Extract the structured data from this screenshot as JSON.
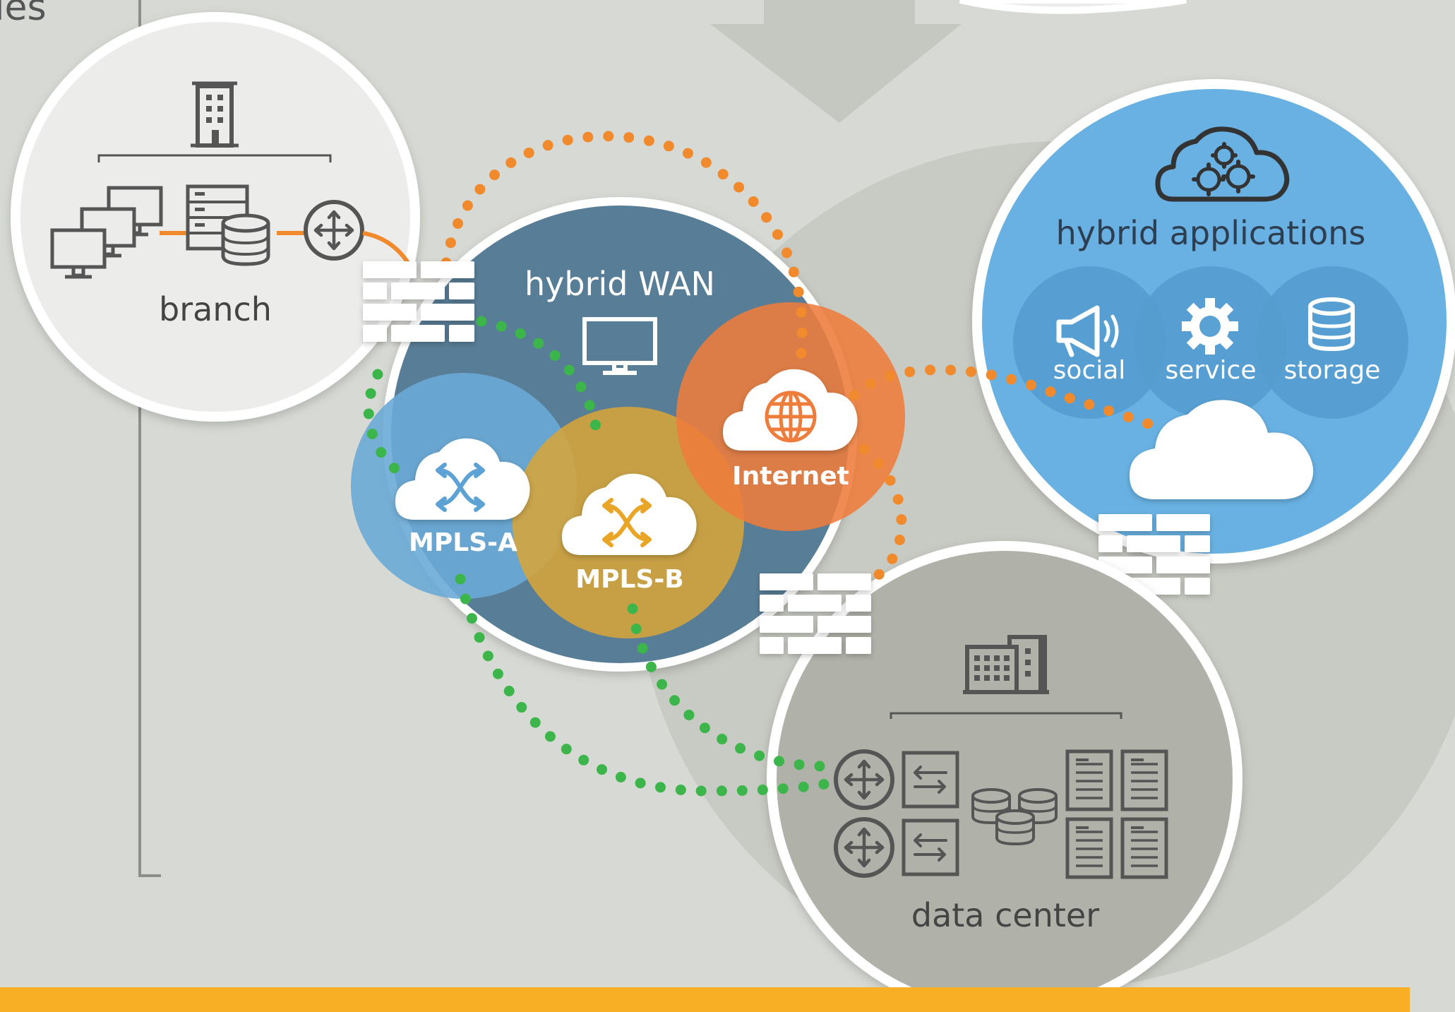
{
  "header": {
    "partial_text": "ies"
  },
  "labels": {
    "branch": "branch",
    "hybrid_wan": "hybrid WAN",
    "internet": "Internet",
    "mpls_a": "MPLS-A",
    "mpls_b": "MPLS-B",
    "hybrid_applications": "hybrid applications",
    "social": "social",
    "service": "service",
    "storage": "storage",
    "data_center": "data center"
  },
  "colors": {
    "background": "#d7dad4",
    "branch_circle": "#ececea",
    "wan_circle": "#587d96",
    "mpls_a": "#6aaad6",
    "mpls_b": "#d6a53a",
    "internet": "#ee7c3b",
    "hybrid_applications": "#68b1e2",
    "data_center": "#b0b2aa",
    "green_path": "#3cb54a",
    "orange_path": "#f08a2c",
    "bottom_bar": "#f8ae25",
    "icon_gray": "#555555"
  },
  "icons": {
    "branch_building": "office-building-icon",
    "branch_computers": "computers-icon",
    "branch_server": "server-icon",
    "branch_database": "database-icon",
    "branch_router": "router-icon",
    "firewall": "firewall-icon",
    "wan_monitor": "monitor-icon",
    "internet_globe": "globe-cloud-icon",
    "mpls_switch": "switch-cloud-icon",
    "apps_cloud": "cloud-gears-icon",
    "social": "megaphone-icon",
    "service": "gear-icon",
    "storage": "database-icon",
    "generic_cloud": "cloud-icon",
    "dc_building": "datacenter-building-icon",
    "dc_router": "router-icon",
    "dc_switch": "switch-icon",
    "dc_database": "database-cluster-icon",
    "dc_server": "server-rack-icon"
  }
}
